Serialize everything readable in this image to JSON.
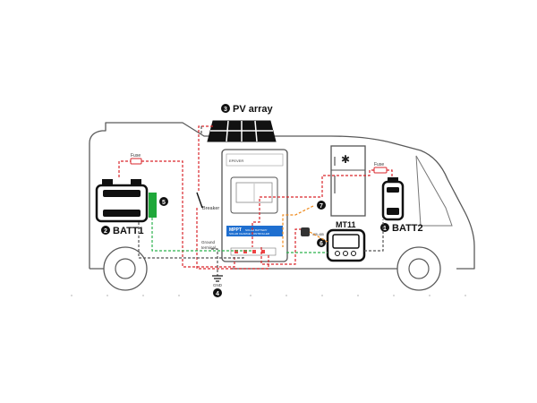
{
  "labels": {
    "pv_array": "PV array",
    "batt1": "BATT1",
    "batt2": "BATT2",
    "mt11": "MT11",
    "fuse_left": "Fuse",
    "fuse_right": "Fuse",
    "breaker": "Breaker",
    "ground_terminal_line1": "Ground",
    "ground_terminal_line2": "terminal",
    "gnd": "GND",
    "controller_brand": "EPEVER",
    "controller_model": "MPPT",
    "controller_sub1": "SOLAR BATTERY",
    "controller_sub2": "SOLAR CHARGE CONTROLLER",
    "rs485": "485-485"
  },
  "markers": {
    "m1": "1",
    "m2": "2",
    "m3": "3",
    "m4": "4",
    "m5": "5",
    "m6": "6",
    "m7": "7"
  },
  "icons": {
    "fridge": "snowflake-icon",
    "solar": "solar-panel-icon",
    "battery": "battery-icon",
    "meter": "display-meter-icon",
    "ground": "ground-icon"
  },
  "colors": {
    "wire_red": "#d9262b",
    "wire_green": "#2bb24c",
    "wire_orange": "#f08a1c",
    "wire_grey": "#555555",
    "outline": "#555555",
    "temp_sensor": "#1fa83a",
    "controller_blue": "#1f6fd0"
  }
}
